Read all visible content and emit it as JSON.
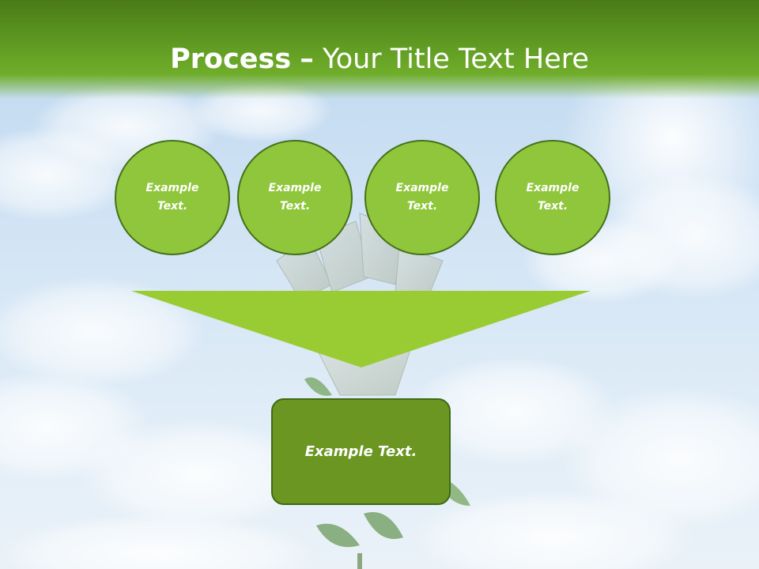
{
  "title": {
    "bold": "Process",
    "dash": "–",
    "regular": "Your Title Text Here"
  },
  "circles": [
    {
      "label": "Example Text."
    },
    {
      "label": "Example Text."
    },
    {
      "label": "Example Text."
    },
    {
      "label": "Example Text."
    }
  ],
  "result_box": {
    "label": "Example Text."
  },
  "colors": {
    "header_green": "#5a9420",
    "circle_fill": "#8fc63b",
    "circle_border": "#44711a",
    "funnel_fill": "#99cc33",
    "box_fill": "#6a9621",
    "sky": "#cfe2f4"
  }
}
